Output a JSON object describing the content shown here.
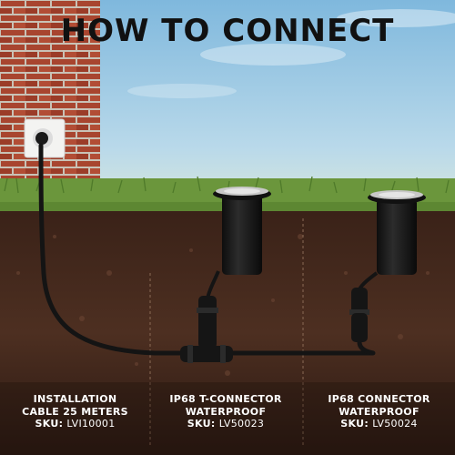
{
  "title": "HOW TO CONNECT",
  "captions": [
    {
      "line1": "INSTALLATION",
      "line2": "CABLE 25 METERS",
      "sku_label": "SKU:",
      "sku_value": "LVI10001"
    },
    {
      "line1": "IP68 T-CONNECTOR",
      "line2": "WATERPROOF",
      "sku_label": "SKU:",
      "sku_value": "LV50023"
    },
    {
      "line1": "IP68 CONNECTOR",
      "line2": "WATERPROOF",
      "sku_label": "SKU:",
      "sku_value": "LV50024"
    }
  ],
  "colors": {
    "sky": "#8fc3e0",
    "brick": "#a5452f",
    "grass": "#6f9a3e",
    "soil": "#4a2c1f",
    "cable": "#141414"
  }
}
